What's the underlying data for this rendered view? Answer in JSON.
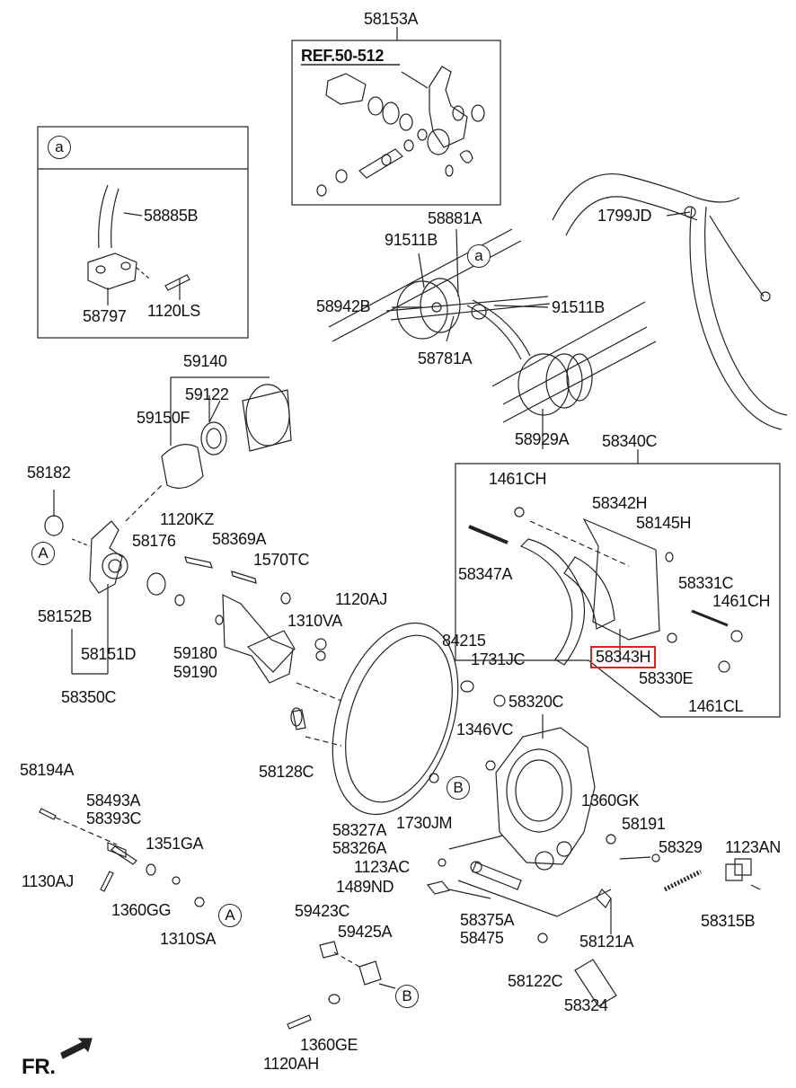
{
  "ref_note": "REF.50-512",
  "detail_marker": "a",
  "circle_markers": {
    "a_top": "a",
    "A_left": "A",
    "A_bottom": "A",
    "B_center": "B",
    "B_bottom": "B"
  },
  "direction_label": "FR.",
  "highlighted_part": "58343H",
  "parts": {
    "p58153A": "58153A",
    "p58885B": "58885B",
    "p58797": "58797",
    "p1120LS": "1120LS",
    "p58881A": "58881A",
    "p91511B_top": "91511B",
    "p91511B_right": "91511B",
    "p1799JD": "1799JD",
    "p58942B": "58942B",
    "p58781A": "58781A",
    "p59140": "59140",
    "p59122": "59122",
    "p59150F": "59150F",
    "p58929A": "58929A",
    "p58340C": "58340C",
    "p58182": "58182",
    "p1461CH_top": "1461CH",
    "p58342H": "58342H",
    "p58145H": "58145H",
    "p1120KZ": "1120KZ",
    "p58176": "58176",
    "p58369A": "58369A",
    "p1570TC": "1570TC",
    "p58347A": "58347A",
    "p58331C": "58331C",
    "p1461CH_right": "1461CH",
    "p1120AJ": "1120AJ",
    "p58152B": "58152B",
    "p1310VA": "1310VA",
    "p58151D": "58151D",
    "p59180": "59180",
    "p59190": "59190",
    "p84215": "84215",
    "p1731JC": "1731JC",
    "p58330E": "58330E",
    "p58350C": "58350C",
    "p1461CL": "1461CL",
    "p58320C": "58320C",
    "p1346VC": "1346VC",
    "p58128C": "58128C",
    "p58194A": "58194A",
    "p58493A": "58493A",
    "p58393C": "58393C",
    "p1360GK": "1360GK",
    "p58191": "58191",
    "p58327A": "58327A",
    "p1730JM": "1730JM",
    "p58326A": "58326A",
    "p1351GA": "1351GA",
    "p58329": "58329",
    "p1123AN": "1123AN",
    "p1123AC": "1123AC",
    "p1130AJ": "1130AJ",
    "p1489ND": "1489ND",
    "p1360GG": "1360GG",
    "p58315B": "58315B",
    "p59423C": "59423C",
    "p58375A": "58375A",
    "p1310SA": "1310SA",
    "p59425A": "59425A",
    "p58475": "58475",
    "p58121A": "58121A",
    "p58122C": "58122C",
    "p58324": "58324",
    "p1360GE": "1360GE",
    "p1120AH": "1120AH"
  }
}
